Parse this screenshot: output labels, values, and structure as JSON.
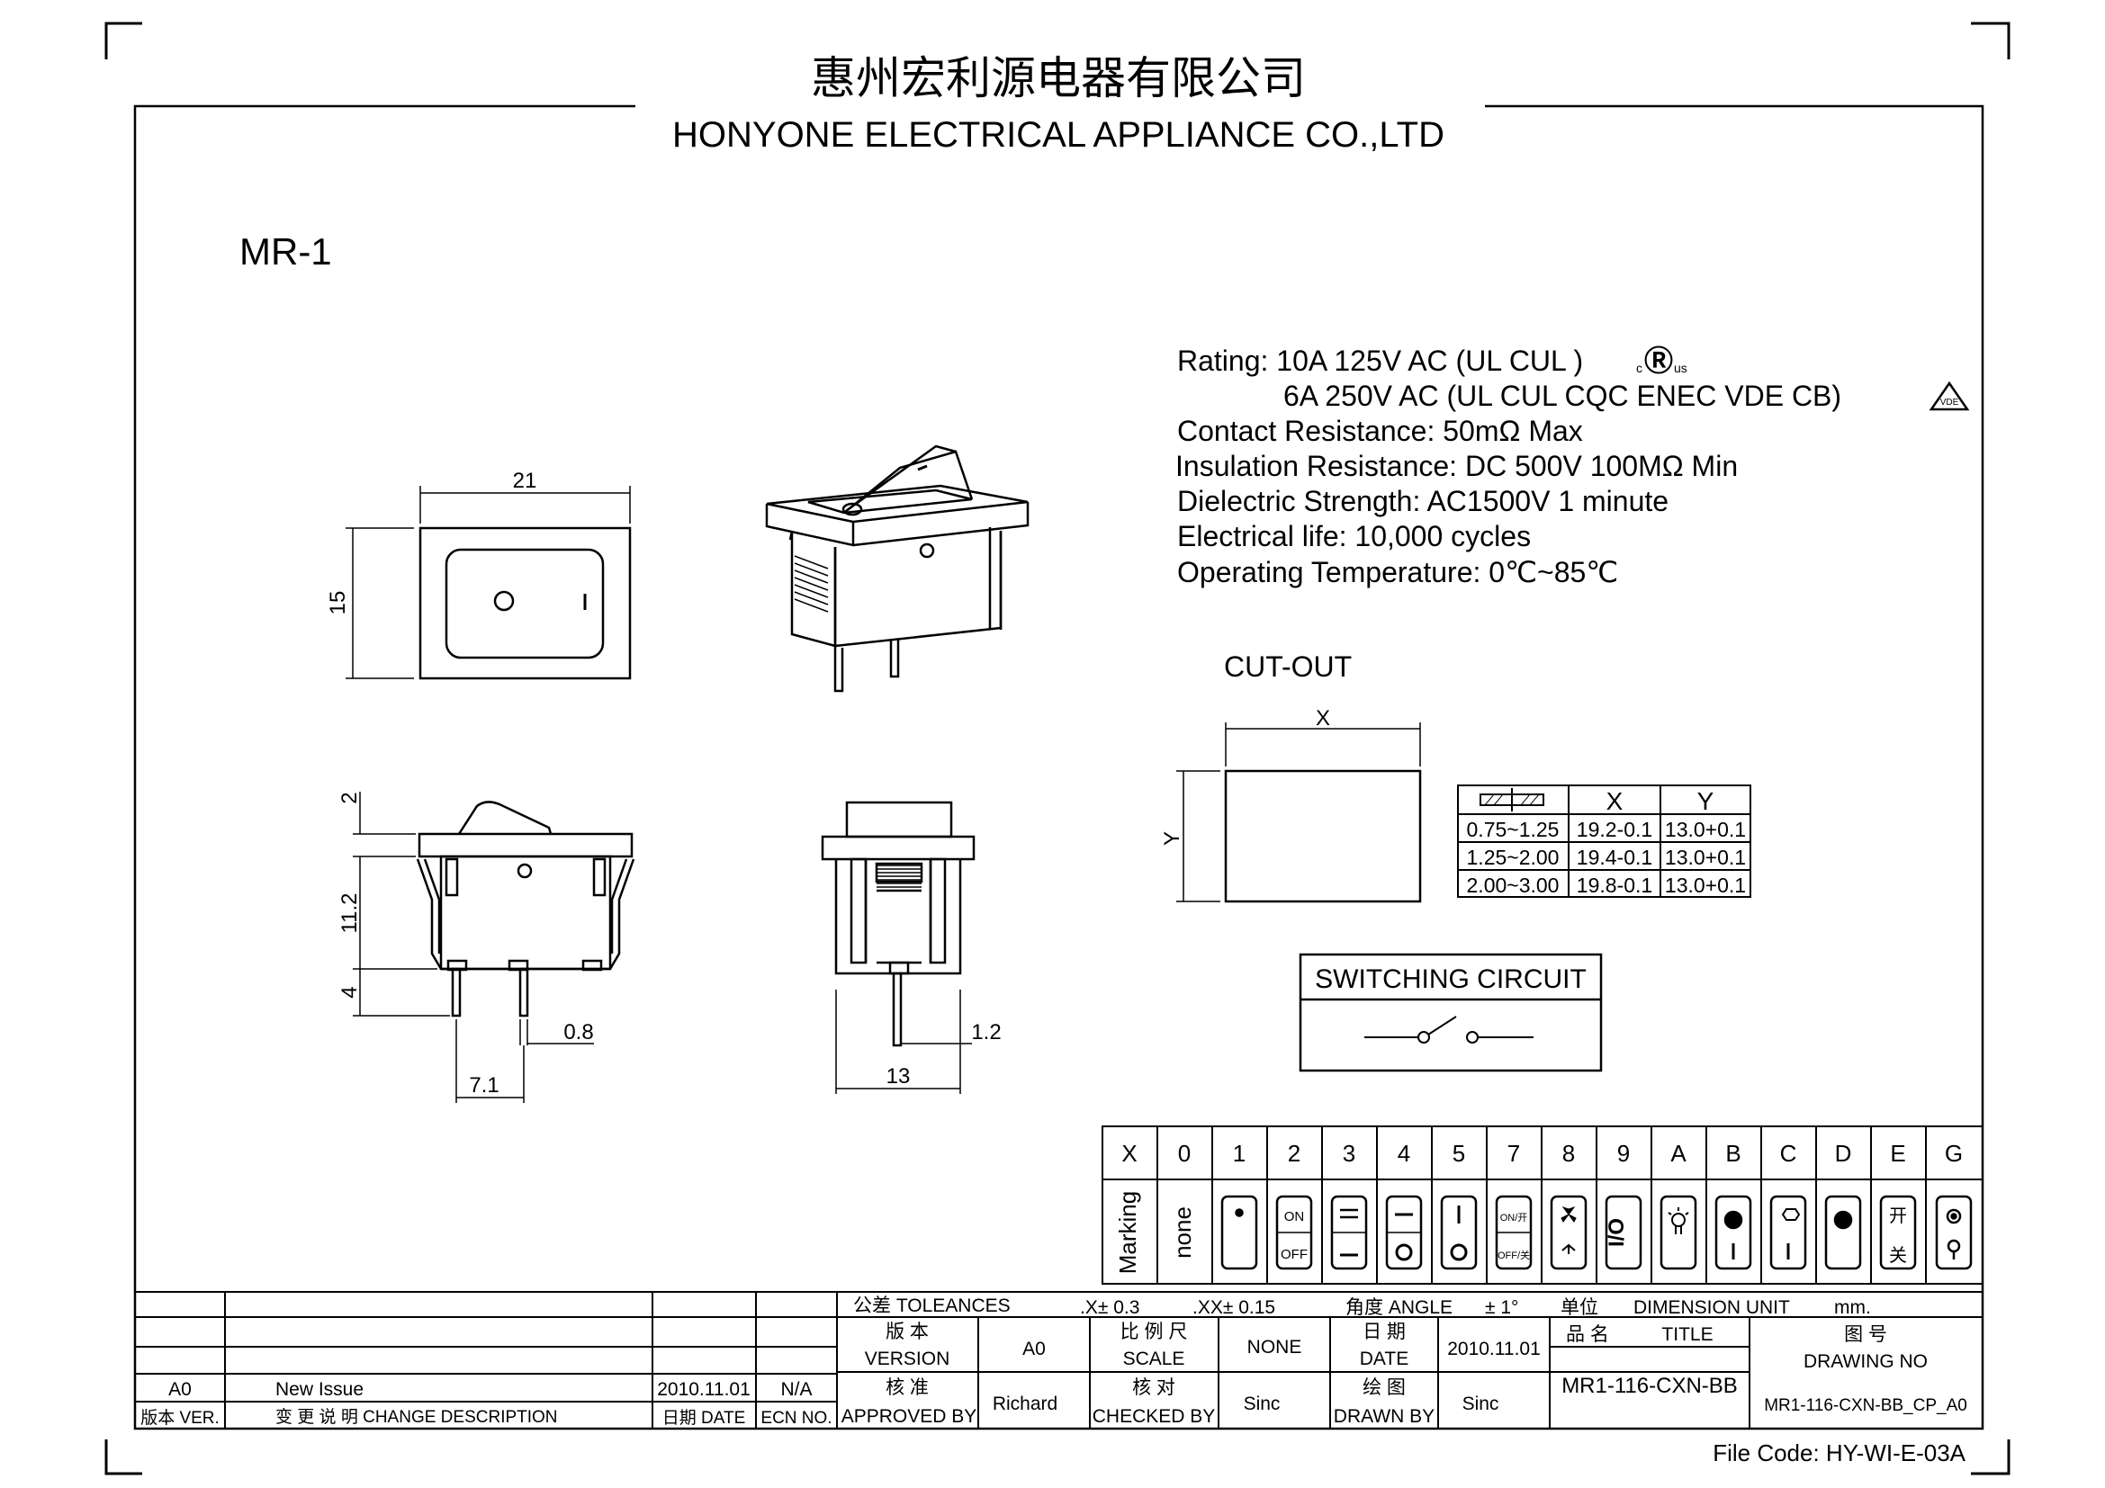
{
  "company": {
    "cn": "惠州宏利源电器有限公司",
    "en": "HONYONE ELECTRICAL APPLIANCE CO.,LTD"
  },
  "model": "MR-1",
  "specs": {
    "rating_1": "Rating: 10A 125V AC (UL  CUL  )",
    "rating_1_mark": "cℝus",
    "rating_2": "6A 250V AC (UL  CUL  CQC  ENEC  VDE  CB)",
    "rating_2_mark": "VDE",
    "contact": "Contact Resistance: 50mΩ Max",
    "insulation": "Insulation Resistance: DC 500V 100MΩ Min",
    "dielectric": "Dielectric Strength: AC1500V 1 minute",
    "life": "Electrical life: 10,000 cycles",
    "temperature": "Operating Temperature: 0℃~85℃"
  },
  "front_view": {
    "width": "21",
    "height": "15",
    "mark_o": "O",
    "mark_i": "I"
  },
  "side_view": {
    "dim_top": "2",
    "dim_mid": "11.2",
    "dim_bot": "4",
    "dim_pin": "0.8",
    "dim_pitch": "7.1"
  },
  "end_view": {
    "dim_pin": "1.2",
    "dim_width": "13"
  },
  "cutout": {
    "title": "CUT-OUT",
    "x_label": "X",
    "y_label": "Y",
    "table_headers": [
      "",
      "X",
      "Y"
    ],
    "table_rows": [
      [
        "0.75~1.25",
        "19.2-0.1",
        "13.0+0.1"
      ],
      [
        "1.25~2.00",
        "19.4-0.1",
        "13.0+0.1"
      ],
      [
        "2.00~3.00",
        "19.8-0.1",
        "13.0+0.1"
      ]
    ]
  },
  "switching_circuit": {
    "title": "SWITCHING CIRCUIT"
  },
  "marking_table": {
    "codes": [
      "X",
      "0",
      "1",
      "2",
      "3",
      "4",
      "5",
      "7",
      "8",
      "9",
      "A",
      "B",
      "C",
      "D",
      "E",
      "G"
    ],
    "row_label": "Marking",
    "none_label": "none",
    "icon_names": [
      "dot",
      "on-off-text",
      "double-bar",
      "bar-circle",
      "bar-circle-vertical",
      "on-off-cn",
      "fan",
      "i-o",
      "lamp",
      "dot-bar",
      "stop-bar",
      "dot-large",
      "cn-symbols",
      "target-circle"
    ],
    "sub_on": "ON",
    "sub_off": "OFF",
    "sub_on_cn": "ON/开",
    "sub_off_cn": "OFF/关",
    "sub_io": "I/O",
    "sub_cn_top": "开",
    "sub_cn_bot": "关"
  },
  "title_block": {
    "tolerances_label": "公差 TOLEANCES",
    "tol_x": ".X± 0.3",
    "tol_xx": ".XX± 0.15",
    "angle_label": "角度 ANGLE",
    "angle_val": "± 1°",
    "unit_cn": "单位",
    "unit_label": "DIMENSION UNIT",
    "unit_val": "mm.",
    "version_cn": "版 本",
    "version_label": "VERSION",
    "version_val": "A0",
    "scale_cn": "比 例 尺",
    "scale_label": "SCALE",
    "scale_val": "NONE",
    "date_cn": "日 期",
    "date_label": "DATE",
    "date_val": "2010.11.01",
    "title_cn": "品 名",
    "title_label": "TITLE",
    "title_val": "MR1-116-CXN-BB",
    "drawing_cn": "图 号",
    "drawing_label": "DRAWING NO",
    "drawing_val": "MR1-116-CXN-BB_CP_A0",
    "approved_cn": "核 准",
    "approved_label": "APPROVED BY",
    "approved_val": "Richard",
    "checked_cn": "核 对",
    "checked_label": "CHECKED BY",
    "checked_val": "Sinc",
    "drawn_cn": "绘 图",
    "drawn_label": "DRAWN BY",
    "drawn_val": "Sinc",
    "rev_ver": "A0",
    "rev_desc": "New Issue",
    "rev_date": "2010.11.01",
    "rev_ecn": "N/A",
    "hdr_ver": "版本 VER.",
    "hdr_desc": "变 更 说 明  CHANGE DESCRIPTION",
    "hdr_date": "日期 DATE",
    "hdr_ecn": "ECN NO."
  },
  "file_code": "File Code: HY-WI-E-03A"
}
